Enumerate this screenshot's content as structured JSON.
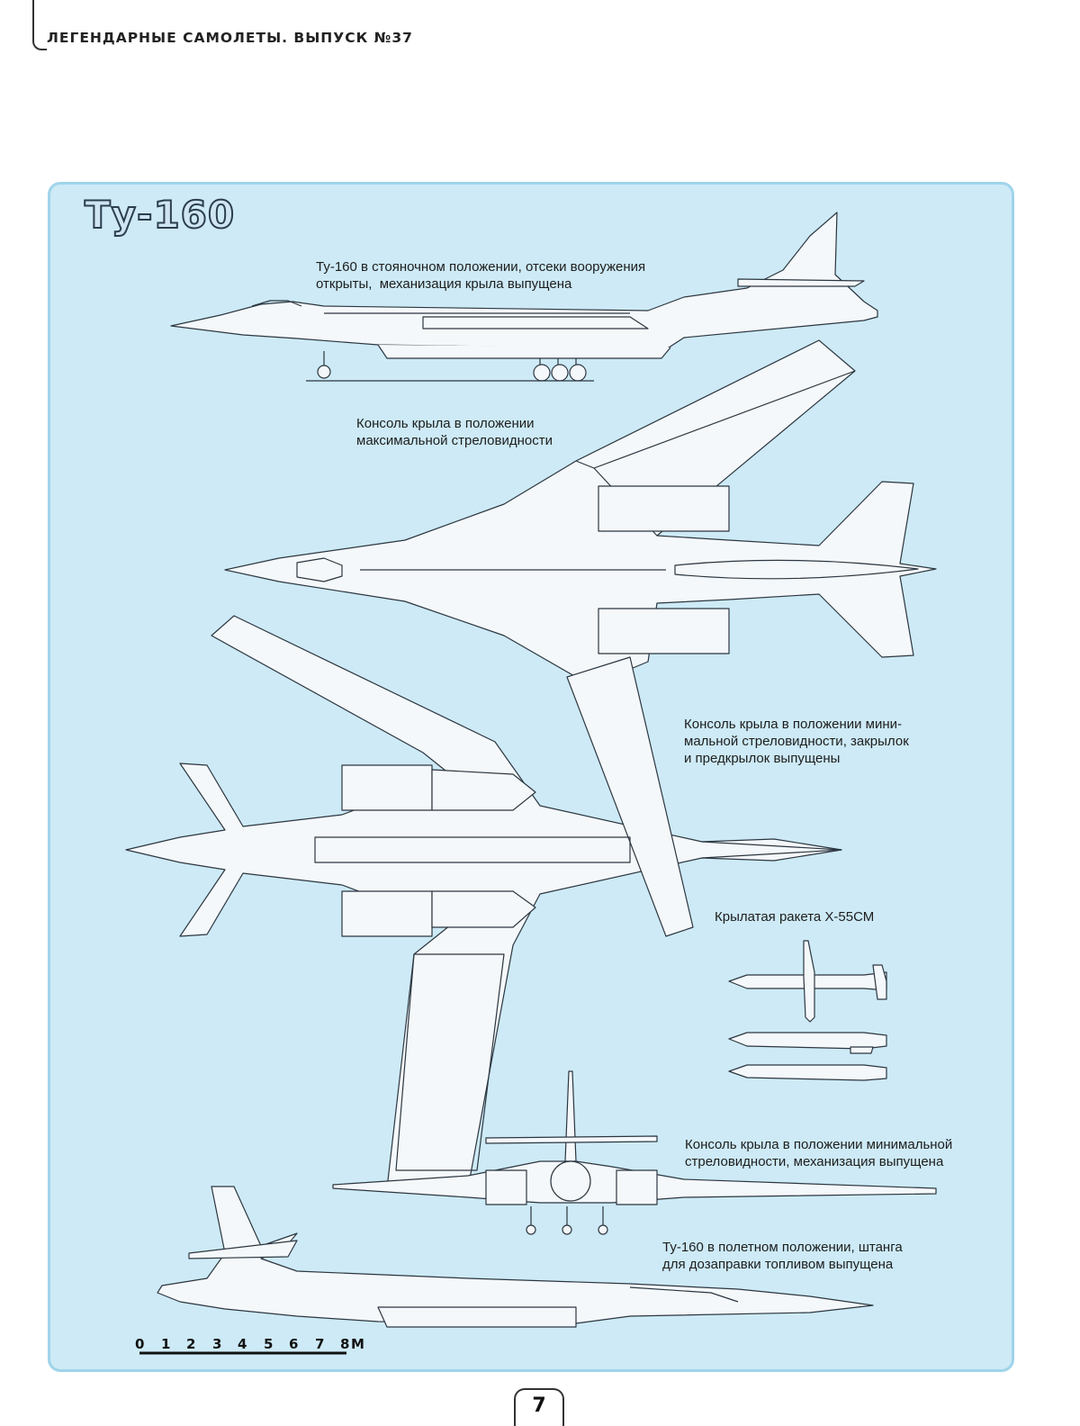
{
  "header": {
    "title": "ЛЕГЕНДАРНЫЕ САМОЛЕТЫ. ВЫПУСК №37"
  },
  "panel": {
    "title": "Ту-160",
    "captions": {
      "side_parked": "Ту-160 в стояночном положении, отсеки вооружения\nоткрыты,  механизация крыла выпущена",
      "max_sweep": "Консоль крыла в положении\nмаксимальной стреловидности",
      "min_sweep_flaps": "Консоль крыла в положении мини-\nмальной стреловидности, закрылок\nи предкрылок выпущены",
      "missile": "Крылатая ракета Х-55СМ",
      "min_sweep_front": "Консоль крыла в положении минимальной\nстреловидности, механизация выпущена",
      "side_flight": "Ту-160 в полетном положении, штанга\nдля дозаправки топливом выпущена"
    },
    "scale": {
      "ticks": [
        "0",
        "1",
        "2",
        "3",
        "4",
        "5",
        "6",
        "7",
        "8"
      ],
      "unit": "М"
    }
  },
  "page_number": "7",
  "colors": {
    "panel_bg": "#cdeaf6",
    "panel_border": "#9fd4ea",
    "line": "#2c3640",
    "fill": "#f4f8fa"
  }
}
